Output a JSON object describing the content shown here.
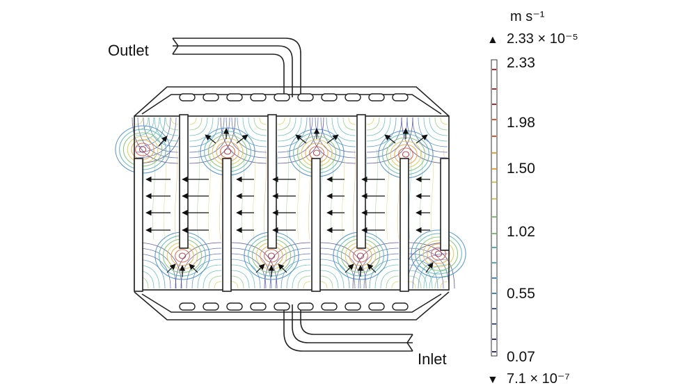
{
  "labels": {
    "outlet": "Outlet",
    "inlet": "Inlet"
  },
  "legend": {
    "unit": "m s⁻¹",
    "max_marker": "▲",
    "max_value": "2.33 × 10⁻⁵",
    "min_marker": "▼",
    "min_value": "7.1 × 10⁻⁷",
    "ticks": [
      "2.33",
      "1.98",
      "1.50",
      "1.02",
      "0.55",
      "0.07"
    ],
    "colors": [
      "#3b2a7a",
      "#3b4fb0",
      "#3f86c8",
      "#4db3b0",
      "#7cc36a",
      "#d9c94a",
      "#f0a033",
      "#e0552e",
      "#b8262b"
    ]
  }
}
